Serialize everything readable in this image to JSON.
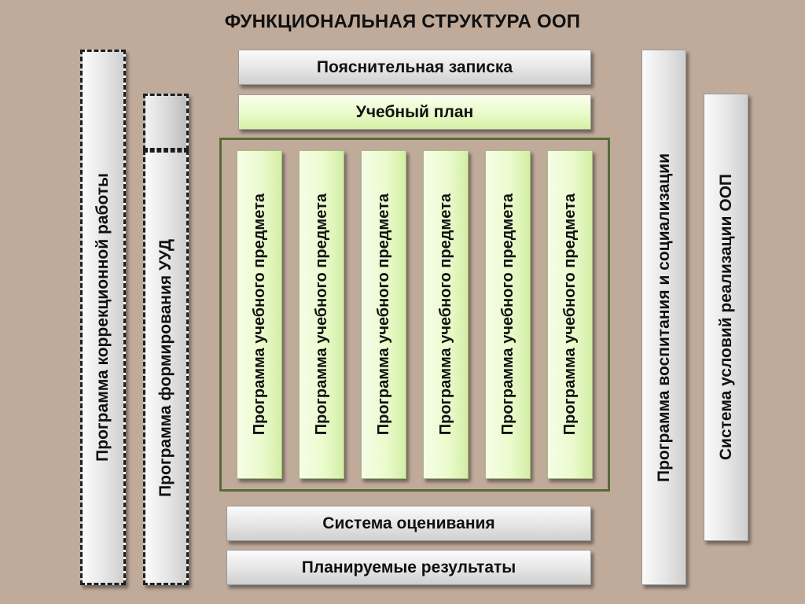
{
  "title": "ФУНКЦИОНАЛЬНАЯ СТРУКТУРА ООП",
  "top_boxes": {
    "explanatory_note": "Пояснительная записка",
    "curriculum": "Учебный план"
  },
  "left_columns": {
    "correctional_program": "Программа коррекционной работы",
    "uud_program": "Программа формирования УУД"
  },
  "subject_programs": [
    "Программа учебного предмета",
    "Программа учебного предмета",
    "Программа учебного предмета",
    "Программа учебного предмета",
    "Программа учебного предмета",
    "Программа учебного предмета"
  ],
  "right_columns": {
    "upbringing_program": "Программа воспитания и социализации",
    "implementation_conditions": "Система условий реализации ООП"
  },
  "bottom_boxes": {
    "assessment_system": "Система оценивания",
    "planned_results": "Планируемые результаты"
  },
  "colors": {
    "background": "#c0ab9b",
    "box_gray": "#e5e5e5",
    "box_green": "#e9fbc8",
    "container_border": "#586b34"
  }
}
